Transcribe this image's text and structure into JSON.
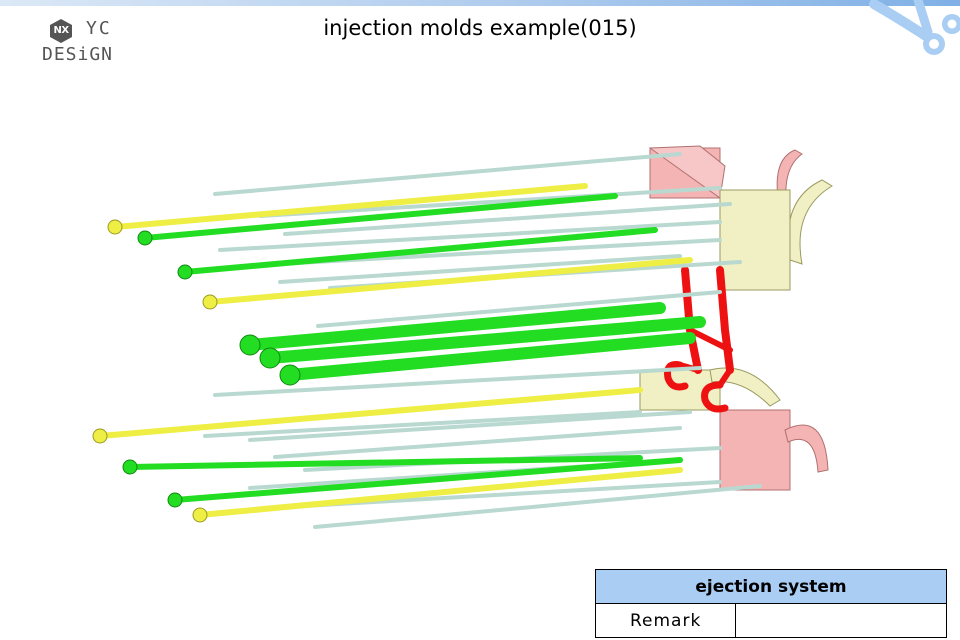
{
  "header": {
    "logo_badge": "NX",
    "logo_line1": "YC",
    "logo_line2": "DESiGN",
    "title": "injection molds example(015)"
  },
  "viewport": {
    "icon": "ejector-pins-3d-model",
    "colors": {
      "green_pin": "#22dd22",
      "yellow_pin": "#eeee44",
      "gray_pin": "#b8d8d0",
      "runner": "#ee1111",
      "part_pink": "#f4b4b4",
      "part_cream": "#f0f0c4"
    }
  },
  "info_table": {
    "header": "ejection system",
    "remark_label": "Remark",
    "remark_value": ""
  },
  "colors": {
    "top_bar": "#a9c8ec",
    "scissors": "#a9cdf3",
    "table_header": "#a9cdf3"
  }
}
